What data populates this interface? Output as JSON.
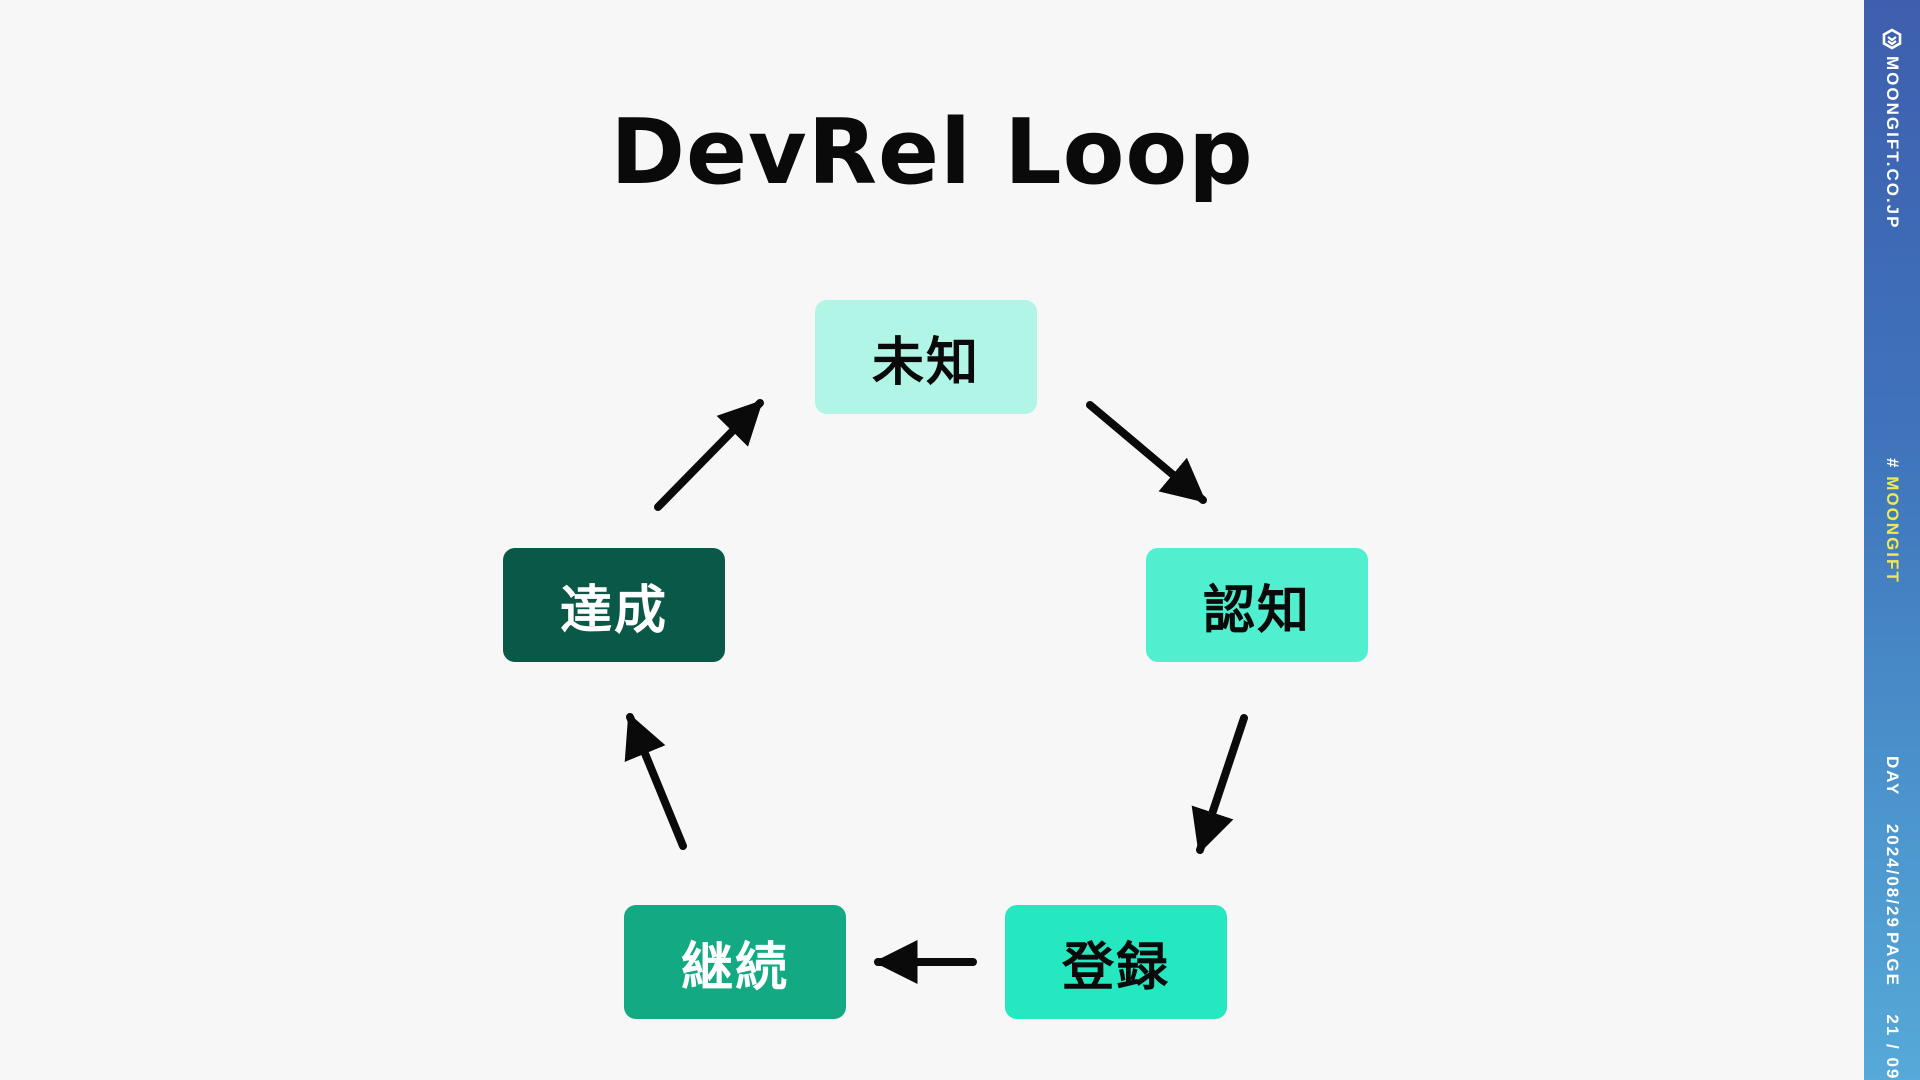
{
  "title": "DevRel Loop",
  "nodes": {
    "michi": {
      "label": "未知",
      "bg": "#b0f5e6",
      "fg": "#0a0a0a"
    },
    "ninchi": {
      "label": "認知",
      "bg": "#50efcf",
      "fg": "#0a0a0a"
    },
    "touroku": {
      "label": "登録",
      "bg": "#25e8c0",
      "fg": "#0a0a0a"
    },
    "keizoku": {
      "label": "継続",
      "bg": "#13a982",
      "fg": "#ffffff"
    },
    "tassei": {
      "label": "達成",
      "bg": "#0a5847",
      "fg": "#ffffff"
    }
  },
  "sidebar": {
    "brand": "MOONGIFT.CO.JP",
    "hashtag_mark": "#",
    "hashtag": "MOONGIFT",
    "day_label": "DAY",
    "day_value": "2024/08/29",
    "page_label": "PAGE",
    "page_value": "21 / 09",
    "logo_icon": "moongift-logo-icon",
    "accent": "#f2e94e"
  }
}
